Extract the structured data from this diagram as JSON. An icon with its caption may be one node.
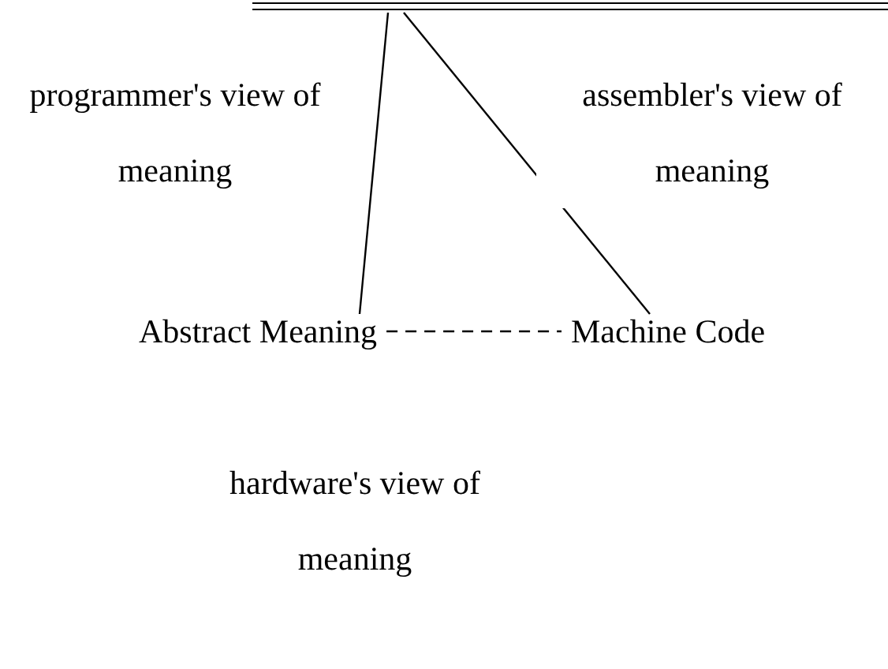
{
  "diagram": {
    "nodes": [
      {
        "text": [
          "Abstract Meaning"
        ]
      },
      {
        "text": [
          "Machine Code"
        ]
      }
    ],
    "edges": [
      {
        "from": null,
        "to": 0,
        "arrow": "none",
        "label": "programmer's view of meaning"
      },
      {
        "from": null,
        "to": 1,
        "arrow": "none",
        "label": "assembler's view of meaning"
      },
      {
        "from": 0,
        "to": 1,
        "arrow": "none",
        "style": "dashed",
        "label": "hardware's view of meaning"
      }
    ]
  }
}
